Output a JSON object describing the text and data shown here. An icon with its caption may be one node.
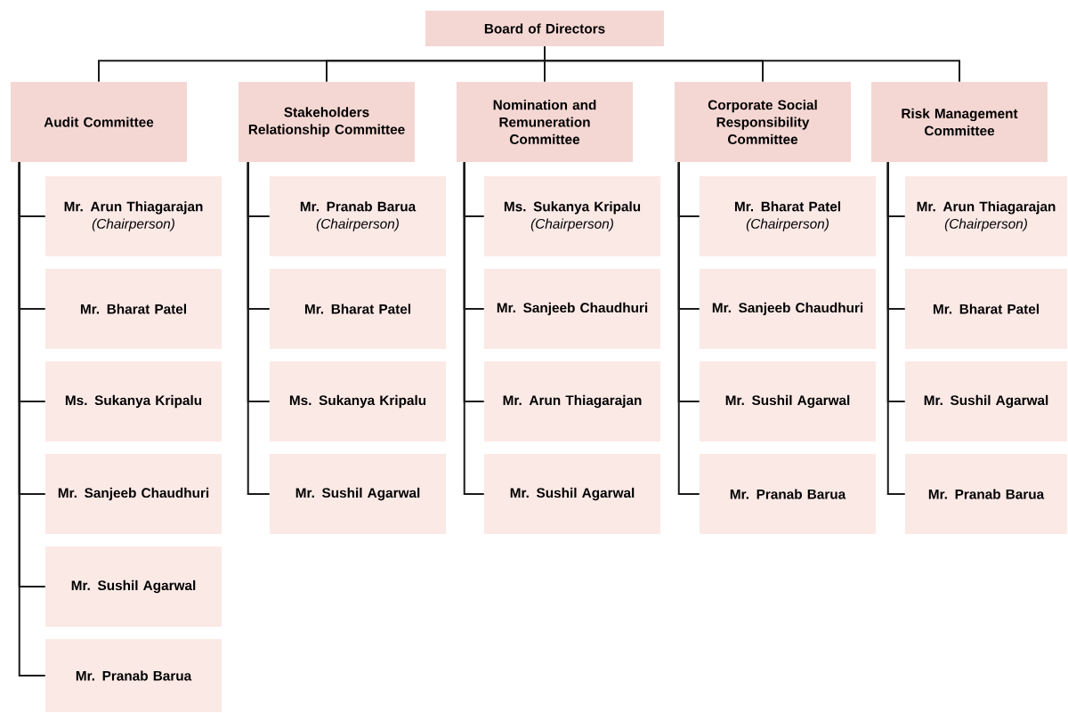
{
  "diagram": {
    "nodes": [
      {
        "text": [
          "Board of Directors"
        ]
      },
      {
        "text": [
          "Audit Committee"
        ]
      },
      {
        "text": [
          "Stakeholders Relationship Committee"
        ]
      },
      {
        "text": [
          "Nomination and Remuneration Committee"
        ]
      },
      {
        "text": [
          "Corporate Social Responsibility Committee"
        ]
      },
      {
        "text": [
          "Risk Management Committee"
        ]
      },
      {
        "text": [
          "Mr. Arun Thiagarajan",
          "(Chairperson)"
        ]
      },
      {
        "text": [
          "Mr. Bharat Patel"
        ]
      },
      {
        "text": [
          "Ms. Sukanya Kripalu"
        ]
      },
      {
        "text": [
          "Mr. Sanjeeb Chaudhuri"
        ]
      },
      {
        "text": [
          "Mr. Sushil Agarwal"
        ]
      },
      {
        "text": [
          "Mr. Pranab Barua"
        ]
      },
      {
        "text": [
          "Mr. Pranab Barua",
          "(Chairperson)"
        ]
      },
      {
        "text": [
          "Mr. Bharat Patel"
        ]
      },
      {
        "text": [
          "Ms. Sukanya Kripalu"
        ]
      },
      {
        "text": [
          "Mr. Sushil Agarwal"
        ]
      },
      {
        "text": [
          "Ms. Sukanya Kripalu",
          "(Chairperson)"
        ]
      },
      {
        "text": [
          "Mr. Sanjeeb Chaudhuri"
        ]
      },
      {
        "text": [
          "Mr. Arun Thiagarajan"
        ]
      },
      {
        "text": [
          "Mr. Sushil Agarwal"
        ]
      },
      {
        "text": [
          "Mr. Bharat Patel",
          "(Chairperson)"
        ]
      },
      {
        "text": [
          "Mr. Sanjeeb Chaudhuri"
        ]
      },
      {
        "text": [
          "Mr. Sushil Agarwal"
        ]
      },
      {
        "text": [
          "Mr. Pranab Barua"
        ]
      },
      {
        "text": [
          "Mr. Arun Thiagarajan",
          "(Chairperson)"
        ]
      },
      {
        "text": [
          "Mr. Bharat Patel"
        ]
      },
      {
        "text": [
          "Mr. Sushil Agarwal"
        ]
      },
      {
        "text": [
          "Mr. Pranab Barua"
        ]
      }
    ],
    "edges": [
      {
        "from": 0,
        "to": 1,
        "arrow": "none"
      },
      {
        "from": 0,
        "to": 2,
        "arrow": "none"
      },
      {
        "from": 0,
        "to": 3,
        "arrow": "none"
      },
      {
        "from": 0,
        "to": 4,
        "arrow": "none"
      },
      {
        "from": 0,
        "to": 5,
        "arrow": "none"
      },
      {
        "from": 1,
        "to": 6,
        "arrow": "none"
      },
      {
        "from": 1,
        "to": 7,
        "arrow": "none"
      },
      {
        "from": 1,
        "to": 8,
        "arrow": "none"
      },
      {
        "from": 1,
        "to": 9,
        "arrow": "none"
      },
      {
        "from": 1,
        "to": 10,
        "arrow": "none"
      },
      {
        "from": 1,
        "to": 11,
        "arrow": "none"
      },
      {
        "from": 2,
        "to": 12,
        "arrow": "none"
      },
      {
        "from": 2,
        "to": 13,
        "arrow": "none"
      },
      {
        "from": 2,
        "to": 14,
        "arrow": "none"
      },
      {
        "from": 2,
        "to": 15,
        "arrow": "none"
      },
      {
        "from": 3,
        "to": 16,
        "arrow": "none"
      },
      {
        "from": 3,
        "to": 17,
        "arrow": "none"
      },
      {
        "from": 3,
        "to": 18,
        "arrow": "none"
      },
      {
        "from": 3,
        "to": 19,
        "arrow": "none"
      },
      {
        "from": 4,
        "to": 20,
        "arrow": "none"
      },
      {
        "from": 4,
        "to": 21,
        "arrow": "none"
      },
      {
        "from": 4,
        "to": 22,
        "arrow": "none"
      },
      {
        "from": 4,
        "to": 23,
        "arrow": "none"
      },
      {
        "from": 5,
        "to": 24,
        "arrow": "none"
      },
      {
        "from": 5,
        "to": 25,
        "arrow": "none"
      },
      {
        "from": 5,
        "to": 26,
        "arrow": "none"
      },
      {
        "from": 5,
        "to": 27,
        "arrow": "none"
      }
    ]
  }
}
